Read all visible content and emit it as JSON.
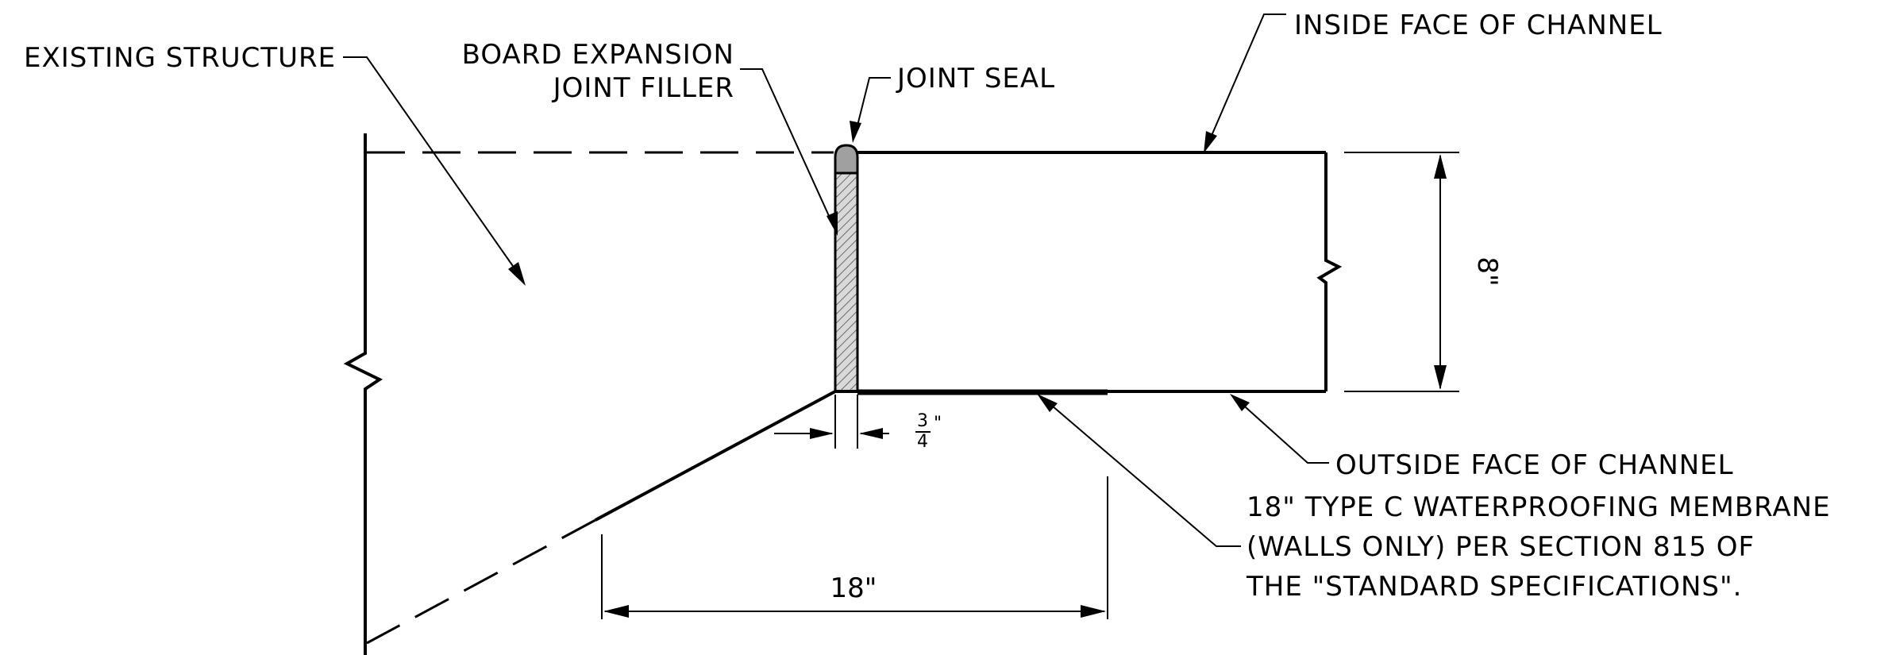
{
  "labels": {
    "existing_structure": "EXISTING STRUCTURE",
    "board_expansion_1": "BOARD EXPANSION",
    "board_expansion_2": "JOINT FILLER",
    "joint_seal": "JOINT SEAL",
    "inside_face": "INSIDE FACE OF CHANNEL",
    "outside_face": "OUTSIDE FACE OF CHANNEL",
    "membrane_1": "18\" TYPE C WATERPROOFING MEMBRANE",
    "membrane_2": "(WALLS ONLY) PER SECTION 815 OF",
    "membrane_3": "THE \"STANDARD SPECIFICATIONS\"."
  },
  "dimensions": {
    "height": "8\"",
    "membrane_width": "18\"",
    "joint_num": "3",
    "joint_den": "4",
    "joint_unit": "\""
  },
  "colors": {
    "line": "#000000",
    "seal_fill": "#a0a0a0",
    "filler_fill": "#d0d0d0"
  }
}
